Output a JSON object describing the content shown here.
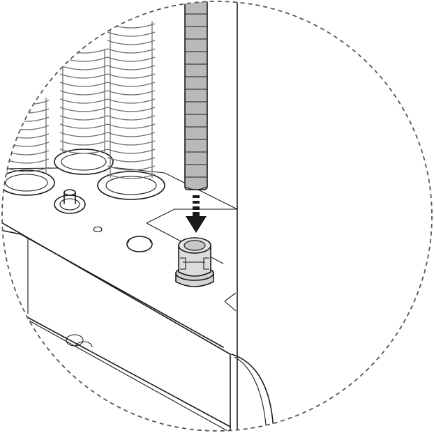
{
  "figure": {
    "kind": "installation-illustration",
    "depicts": [
      "corrugated-hoses",
      "grey-corrugated-tube",
      "hose-coupling",
      "unit-base-panel"
    ],
    "colors": {
      "outline": "#1a1a1a",
      "tube_fill": "#b9b9b9",
      "coupling_fill": "#d6d6d6",
      "background": "#ffffff",
      "frame_dash": "#555555"
    },
    "icons": [
      "down-arrow-icon"
    ],
    "frame_style": "dashed-circle"
  }
}
